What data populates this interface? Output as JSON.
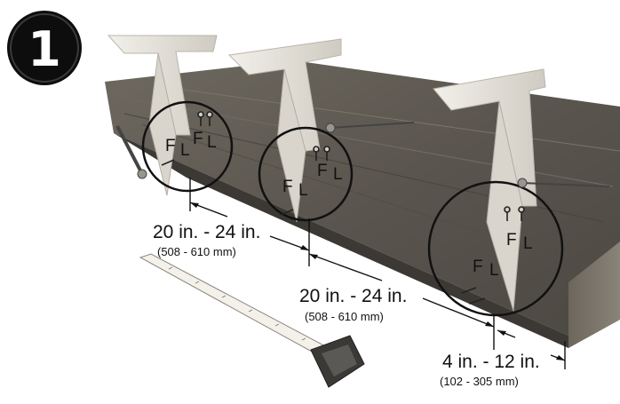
{
  "step_number": "1",
  "colors": {
    "wood_dark": "#5a5650",
    "wood_mid": "#7d776e",
    "bracket": "#e6e3dc",
    "ink": "#111111"
  },
  "icons": [
    "step-number-badge",
    "measuring-tape-icon",
    "clamp-icon",
    "screw-icon"
  ],
  "brackets": [
    {
      "left_label": "F",
      "right_label": "L",
      "upper_left": "F",
      "upper_right": "L"
    },
    {
      "left_label": "F",
      "right_label": "L",
      "upper_left": "F",
      "upper_right": "L"
    },
    {
      "left_label": "F",
      "right_label": "L",
      "upper_left": "F",
      "upper_right": "L"
    }
  ],
  "dimensions": [
    {
      "main": "20 in. - 24 in.",
      "sub": "(508 - 610 mm)"
    },
    {
      "main": "20 in. - 24 in.",
      "sub": "(508 - 610 mm)"
    },
    {
      "main": "4 in. - 12 in.",
      "sub": "(102 - 305 mm)"
    }
  ]
}
